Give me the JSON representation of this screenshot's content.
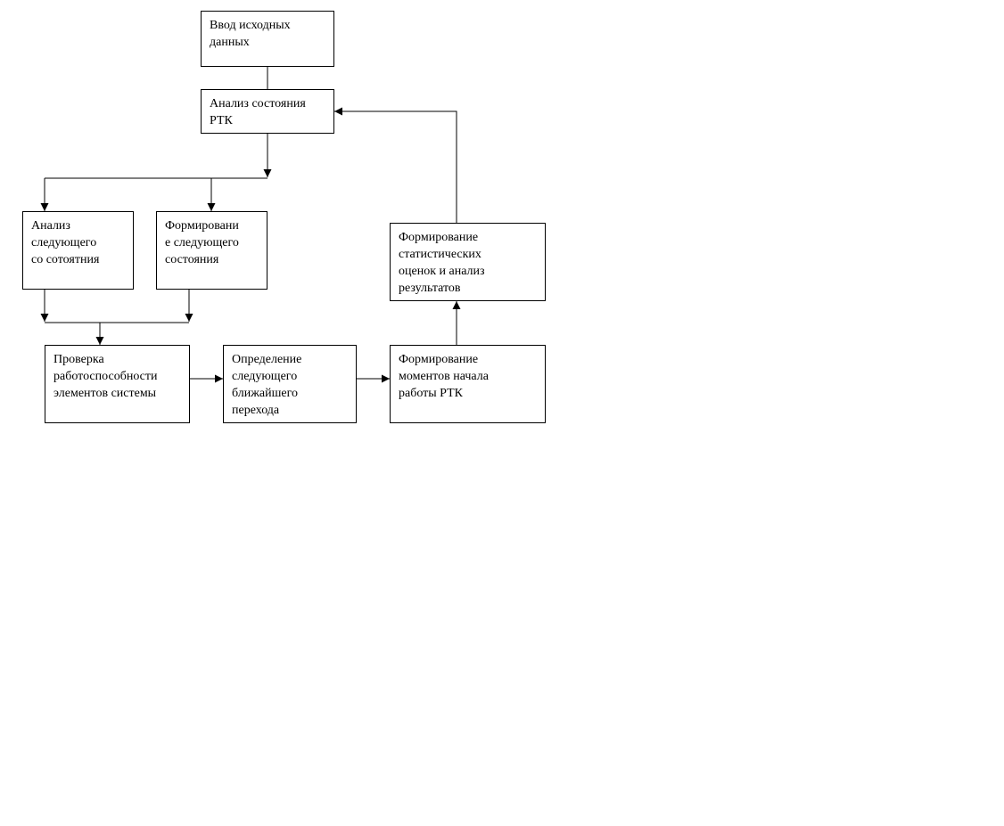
{
  "nodes": {
    "input": "Ввод исходных\nданных",
    "analyze": "Анализ состояния\nРТК",
    "next_state": "Анализ\nследующего\nсо сотоятния",
    "form_state": "Формировани\nе следующего\nсостояния",
    "check": "Проверка\nработоспособности\nэлементов системы",
    "transition": "Определение\nследующего\nближайшего\nперехода",
    "moments": "Формирование\nмоментов начала\nработы РТК",
    "stats": "Формирование\nстатистических\nоценок и анализ\nрезультатов"
  },
  "colors": {
    "line": "#000000",
    "box_border": "#000000",
    "background": "#ffffff"
  }
}
